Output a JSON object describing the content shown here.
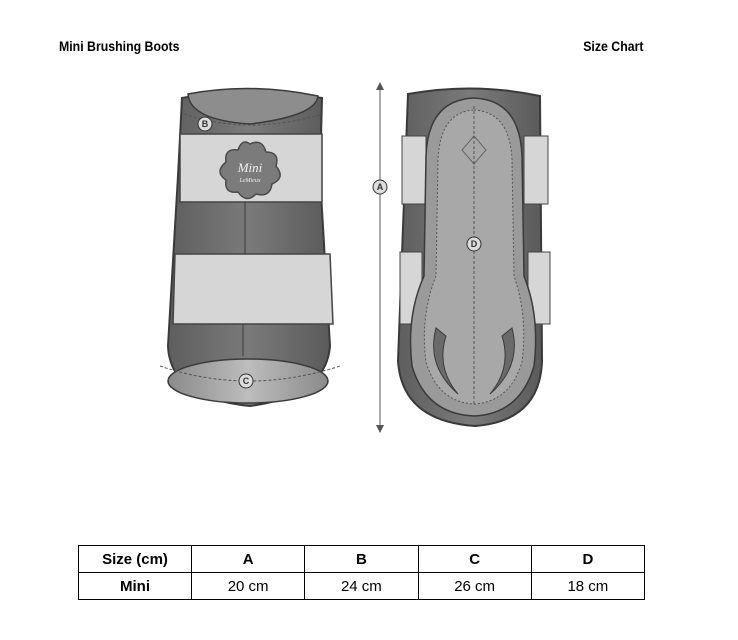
{
  "header": {
    "product_title": "Mini Brushing Boots",
    "chart_title": "Size Chart"
  },
  "illustration": {
    "markers": [
      "A",
      "B",
      "C",
      "D"
    ],
    "logo_text": [
      "Mini",
      "LeMieux"
    ],
    "colors": {
      "boot_dark": "#6f6f6f",
      "boot_light": "#cfcfcf",
      "strap": "#dadada",
      "outline": "#3a3a3a"
    }
  },
  "table": {
    "headers": [
      "Size (cm)",
      "A",
      "B",
      "C",
      "D"
    ],
    "rows": [
      [
        "Mini",
        "20 cm",
        "24 cm",
        "26 cm",
        "18 cm"
      ]
    ]
  }
}
